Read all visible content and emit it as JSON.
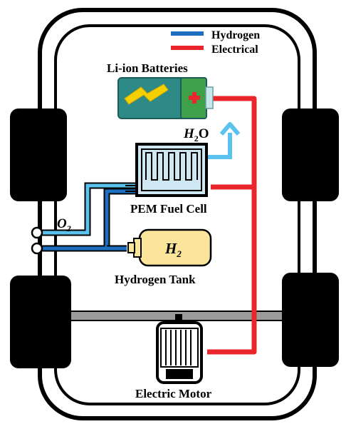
{
  "legend": {
    "hydrogen_label": "Hydrogen",
    "electrical_label": "Electrical",
    "hydrogen_color": "#1f6fc0",
    "electrical_color": "#e8262b"
  },
  "components": {
    "battery_label": "Li-ion Batteries",
    "fuel_cell_label": "PEM Fuel Cell",
    "tank_label": "Hydrogen Tank",
    "motor_label": "Electric Motor"
  },
  "chemicals": {
    "water": {
      "main": "H",
      "sub": "2",
      "tail": "O"
    },
    "oxygen": {
      "main": "O",
      "sub": "2"
    },
    "hydrogen": {
      "main": "H",
      "sub": "2"
    }
  },
  "colors": {
    "oxygen_line": "#5bc3ee",
    "battery_body": "#2e8a86",
    "battery_plus_cell": "#3fa04a",
    "tank_fill": "#fbe59a",
    "fuel_cell_fill": "#cfe7f2"
  },
  "icons": [
    "lightning-icon",
    "plus-icon",
    "arrow-up-icon"
  ]
}
